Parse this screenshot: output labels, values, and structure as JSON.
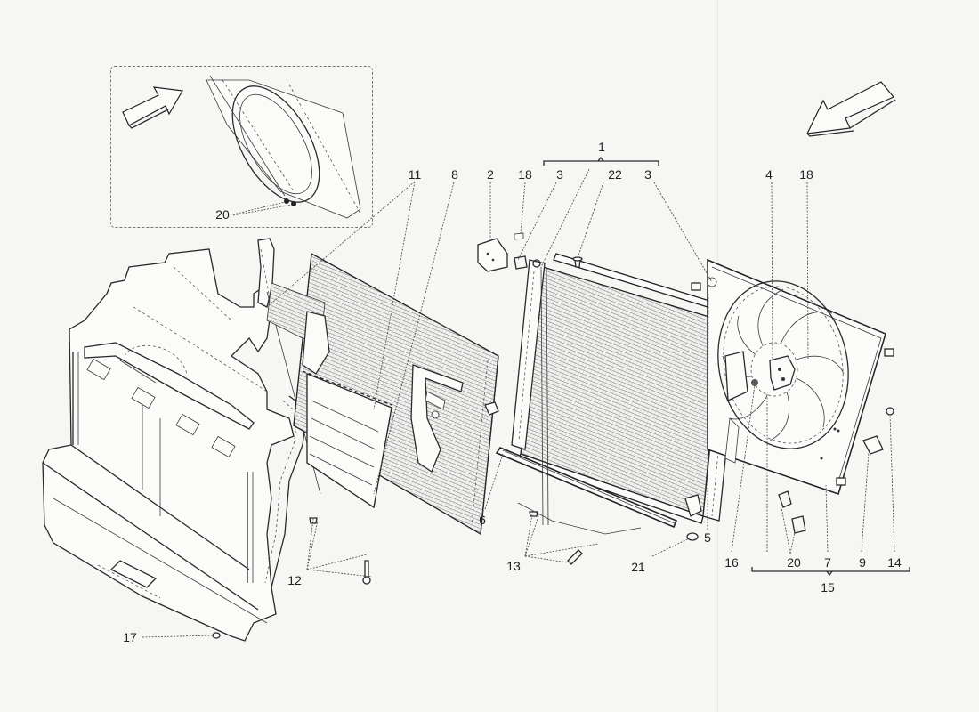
{
  "diagram": {
    "subject": "Engine cooling system — front shroud, condenser, radiator and electric fan assembly (exploded view)",
    "colors": {
      "background": "#f6f6f4",
      "line": "#2a2a2a",
      "text": "#222222"
    },
    "inset": {
      "arrow_direction": "up-right",
      "callouts": [
        {
          "id": "inset-20",
          "label": "20"
        }
      ]
    },
    "view_arrow": {
      "direction": "down-left"
    },
    "groups": [
      {
        "id": "group-1",
        "label": "1",
        "spans": [
          "3",
          "22",
          "3"
        ]
      },
      {
        "id": "group-15",
        "label": "15",
        "spans": [
          "16",
          "20",
          "7",
          "9",
          "14"
        ]
      }
    ],
    "callouts": [
      {
        "id": "c11",
        "label": "11"
      },
      {
        "id": "c8",
        "label": "8"
      },
      {
        "id": "c2",
        "label": "2"
      },
      {
        "id": "c18a",
        "label": "18"
      },
      {
        "id": "c3a",
        "label": "3"
      },
      {
        "id": "c22",
        "label": "22"
      },
      {
        "id": "c3b",
        "label": "3"
      },
      {
        "id": "c1",
        "label": "1"
      },
      {
        "id": "c4",
        "label": "4"
      },
      {
        "id": "c18b",
        "label": "18"
      },
      {
        "id": "c6",
        "label": "6"
      },
      {
        "id": "c13",
        "label": "13"
      },
      {
        "id": "c21",
        "label": "21"
      },
      {
        "id": "c5",
        "label": "5"
      },
      {
        "id": "c16",
        "label": "16"
      },
      {
        "id": "c20",
        "label": "20"
      },
      {
        "id": "c7",
        "label": "7"
      },
      {
        "id": "c9",
        "label": "9"
      },
      {
        "id": "c14",
        "label": "14"
      },
      {
        "id": "c15",
        "label": "15"
      },
      {
        "id": "c12",
        "label": "12"
      },
      {
        "id": "c17",
        "label": "17"
      }
    ],
    "parts": [
      {
        "name": "front-air-duct-shroud"
      },
      {
        "name": "condenser"
      },
      {
        "name": "condenser-bracket"
      },
      {
        "name": "radiator"
      },
      {
        "name": "expansion-bracket"
      },
      {
        "name": "lower-seal-strip"
      },
      {
        "name": "electric-fan-assembly"
      },
      {
        "name": "fan-shroud-frame"
      }
    ]
  }
}
